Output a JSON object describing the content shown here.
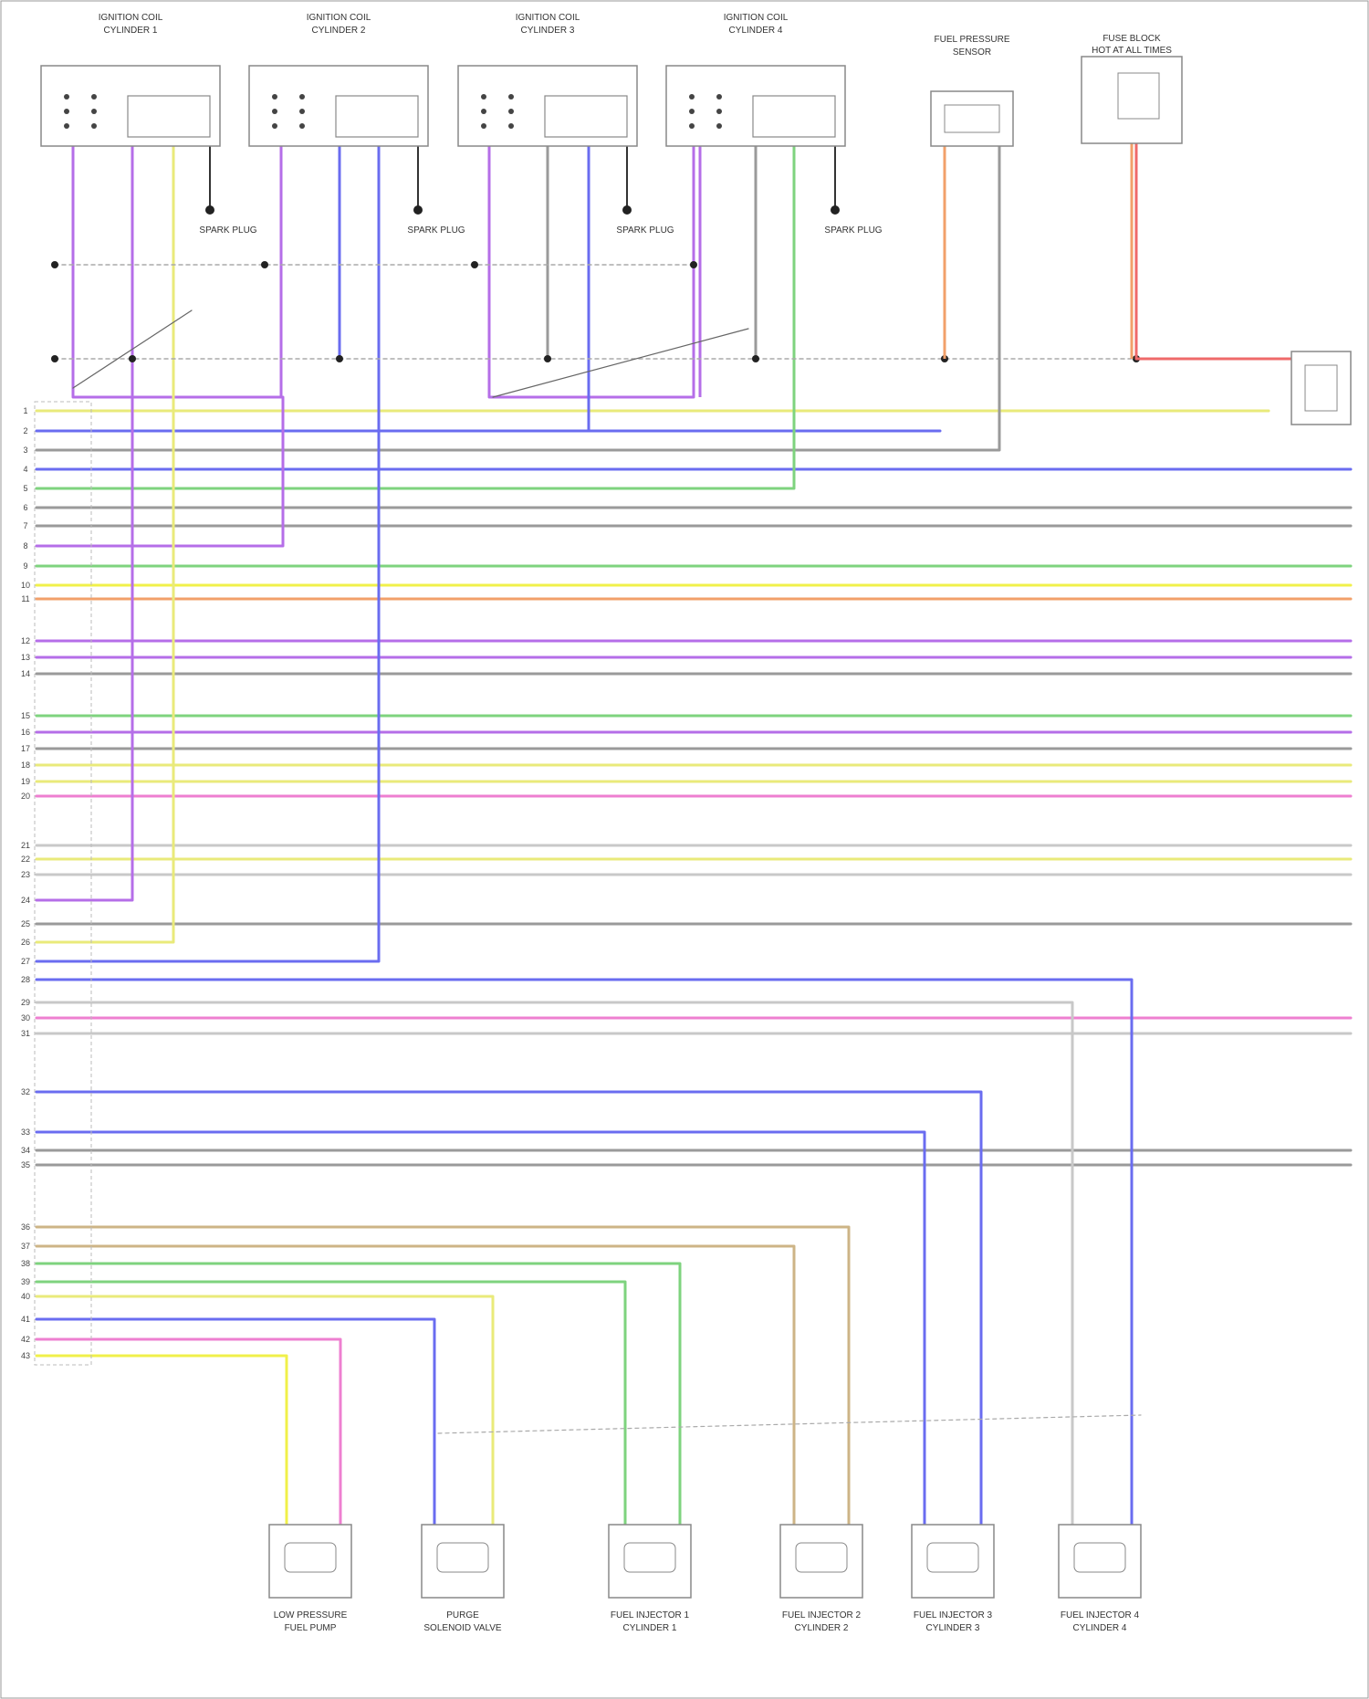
{
  "diagram": {
    "top_components": [
      {
        "label": "IGNITION COIL",
        "sub": "CYLINDER 4"
      },
      {
        "label": "IGNITION COIL",
        "sub": "CYLINDER 3"
      },
      {
        "label": "IGNITION COIL",
        "sub": "CYLINDER 2"
      },
      {
        "label": "IGNITION COIL",
        "sub": "CYLINDER 1"
      },
      {
        "label": "FUEL PRESSURE",
        "sub": "SENSOR"
      },
      {
        "label": "FUSE BLOCK",
        "sub": "HOT AT ALL TIMES"
      }
    ],
    "bottom_components": [
      {
        "label": "LOW PRESSURE",
        "sub": "FUEL PUMP"
      },
      {
        "label": "PURGE",
        "sub": "SOLENOID VALVE"
      },
      {
        "label": "FUEL INJECTOR 1",
        "sub": "CYLINDER 1"
      },
      {
        "label": "FUEL INJECTOR 2",
        "sub": "CYLINDER 2"
      },
      {
        "label": "FUEL INJECTOR 3",
        "sub": "CYLINDER 3"
      },
      {
        "label": "FUEL INJECTOR 4",
        "sub": "CYLINDER 4"
      }
    ],
    "ground_labels": [
      "SPARK PLUG",
      "SPARK PLUG",
      "SPARK PLUG",
      "SPARK PLUG"
    ],
    "colors": {
      "violet": "#b56ee8",
      "blue": "#6a6cf0",
      "yellow": "#e9ea7a",
      "gray": "#9a9a9a",
      "green": "#7ed37e",
      "pink": "#ee7fd0",
      "orange": "#f2a06a",
      "tan": "#cdb486",
      "red": "#ef6a6a",
      "lightgray": "#c8c8c8",
      "brightyellow": "#f0f04a"
    }
  },
  "footer": ""
}
